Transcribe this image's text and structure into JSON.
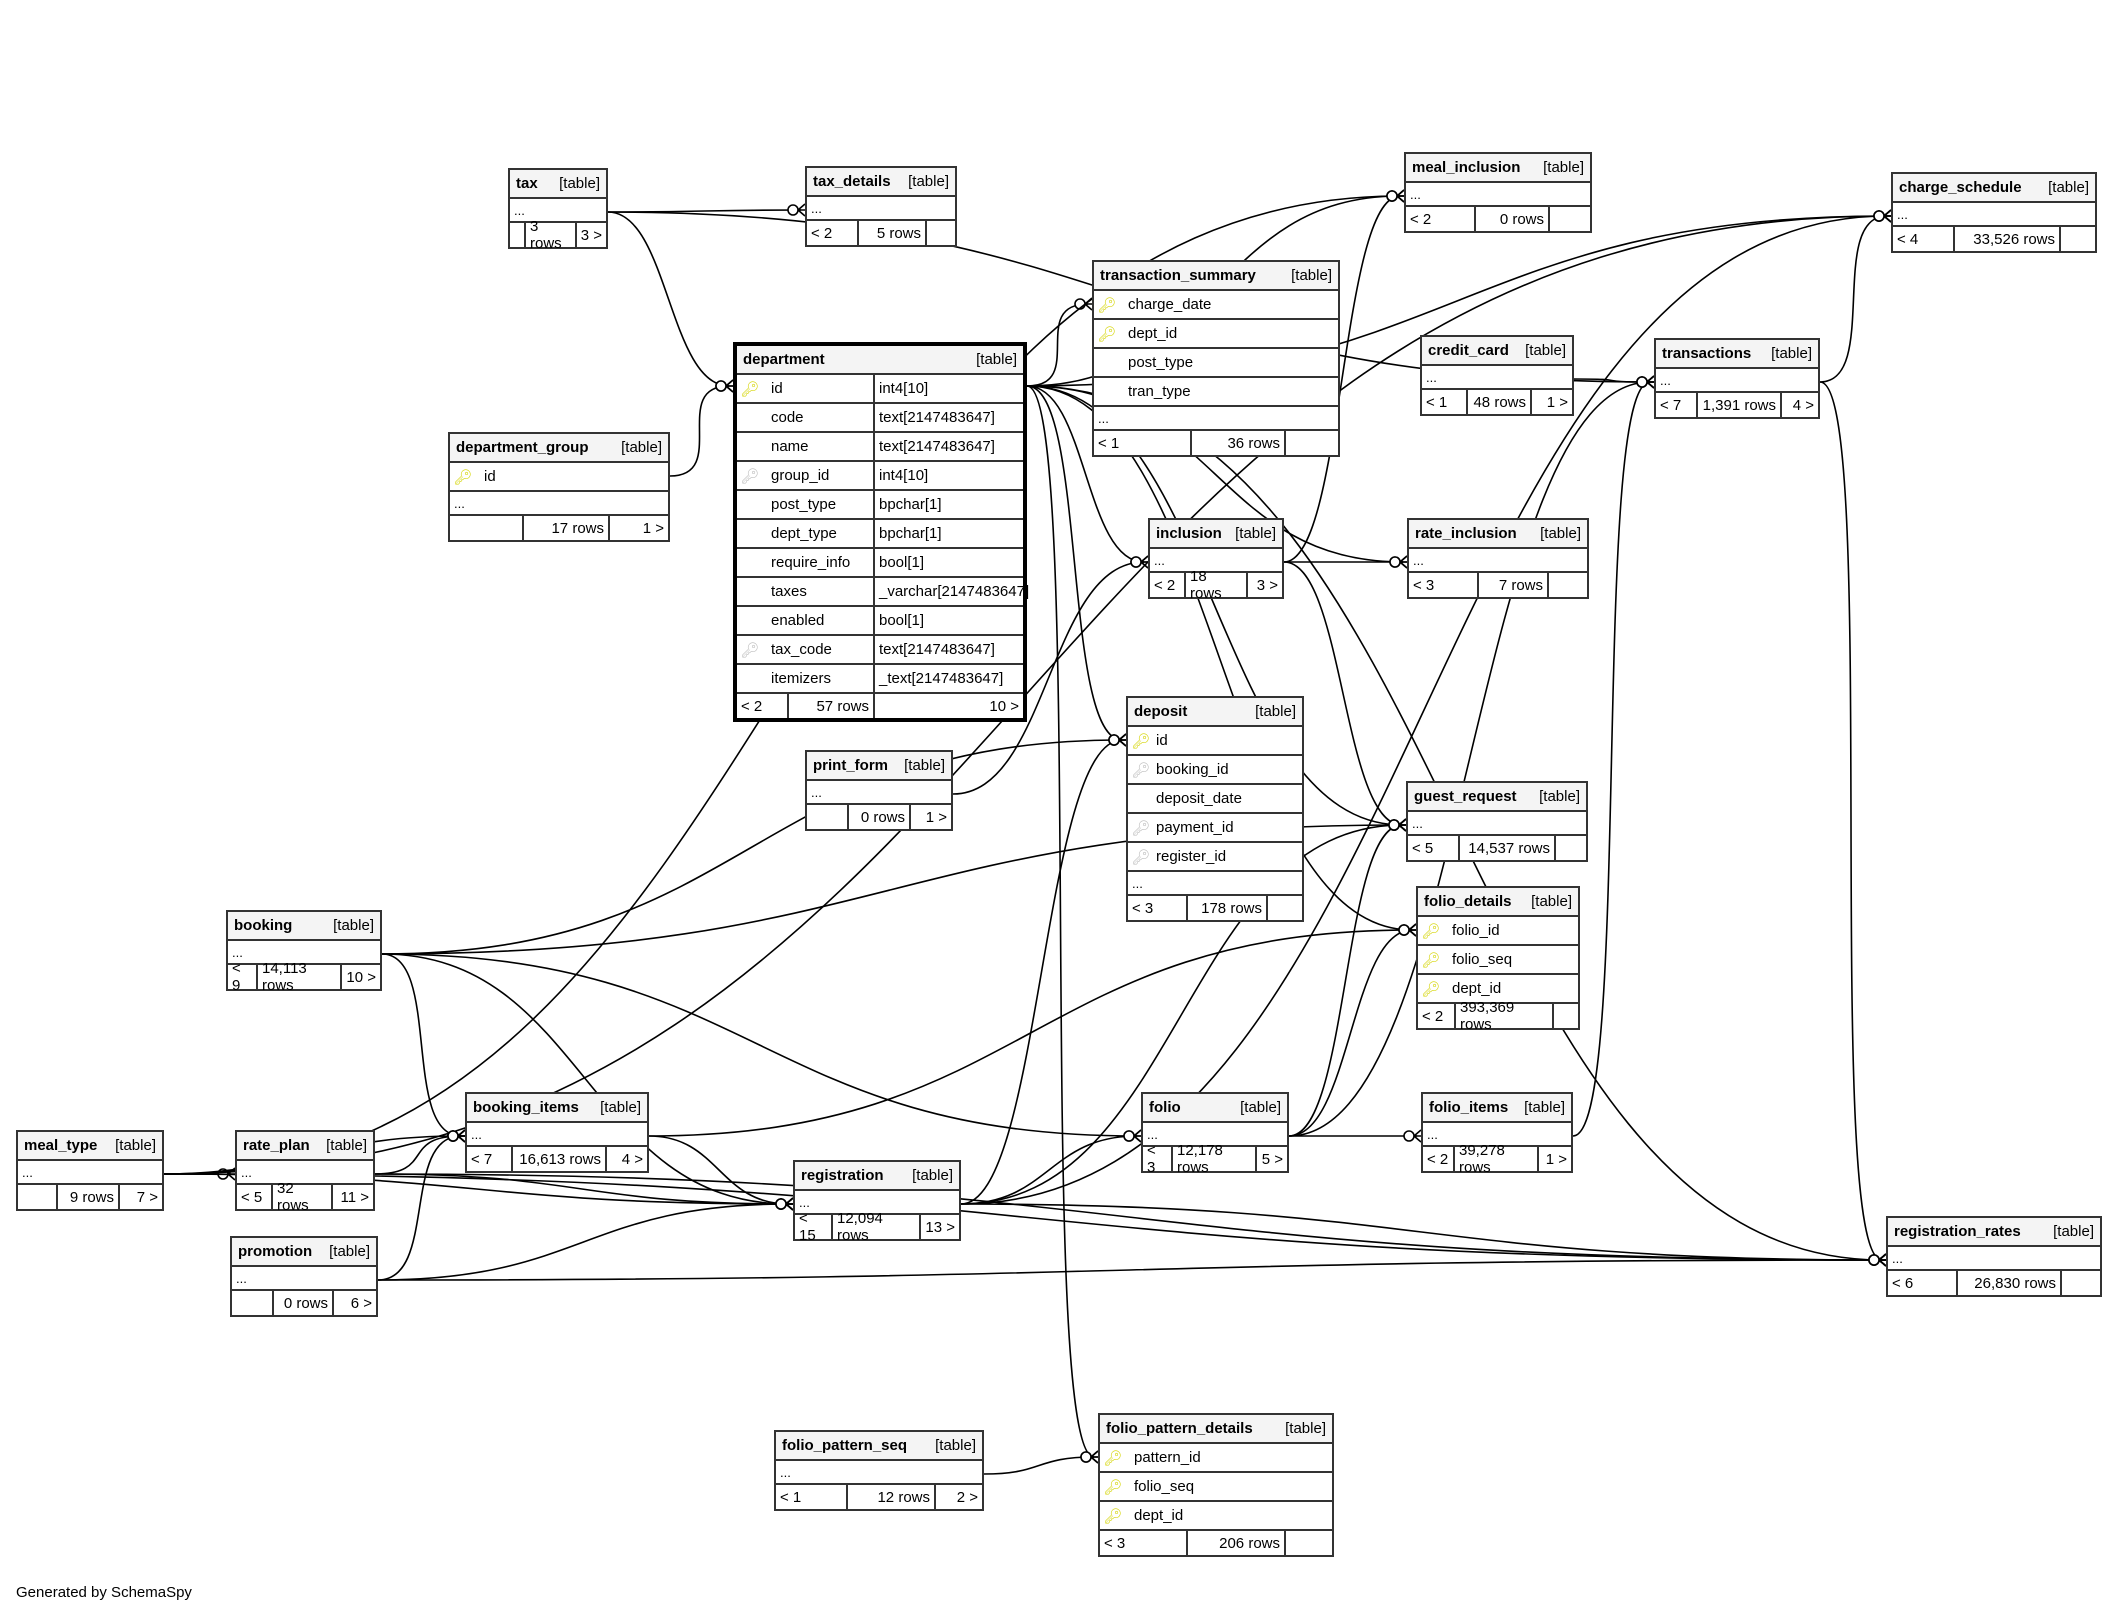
{
  "footer": "Generated by SchemaSpy",
  "type_label": "[table]",
  "tables": {
    "tax": {
      "name": "tax",
      "parents": "",
      "rows": "3 rows",
      "children": "3 >"
    },
    "tax_details": {
      "name": "tax_details",
      "parents": "< 2",
      "rows": "5 rows",
      "children": ""
    },
    "meal_inclusion": {
      "name": "meal_inclusion",
      "parents": "< 2",
      "rows": "0 rows",
      "children": ""
    },
    "charge_schedule": {
      "name": "charge_schedule",
      "parents": "< 4",
      "rows": "33,526 rows",
      "children": ""
    },
    "transaction_summary": {
      "name": "transaction_summary",
      "parents": "< 1",
      "rows": "36 rows",
      "children": "",
      "columns": [
        {
          "name": "charge_date",
          "key": "pk"
        },
        {
          "name": "dept_id",
          "key": "pk"
        },
        {
          "name": "post_type",
          "key": ""
        },
        {
          "name": "tran_type",
          "key": ""
        }
      ]
    },
    "credit_card": {
      "name": "credit_card",
      "parents": "< 1",
      "rows": "48 rows",
      "children": "1 >"
    },
    "transactions": {
      "name": "transactions",
      "parents": "< 7",
      "rows": "1,391 rows",
      "children": "4 >"
    },
    "department": {
      "name": "department",
      "parents": "< 2",
      "rows": "57 rows",
      "children": "10 >",
      "columns": [
        {
          "name": "id",
          "type": "int4[10]",
          "key": "pk"
        },
        {
          "name": "code",
          "type": "text[2147483647]",
          "key": ""
        },
        {
          "name": "name",
          "type": "text[2147483647]",
          "key": ""
        },
        {
          "name": "group_id",
          "type": "int4[10]",
          "key": "fk"
        },
        {
          "name": "post_type",
          "type": "bpchar[1]",
          "key": ""
        },
        {
          "name": "dept_type",
          "type": "bpchar[1]",
          "key": ""
        },
        {
          "name": "require_info",
          "type": "bool[1]",
          "key": ""
        },
        {
          "name": "taxes",
          "type": "_varchar[2147483647]",
          "key": ""
        },
        {
          "name": "enabled",
          "type": "bool[1]",
          "key": ""
        },
        {
          "name": "tax_code",
          "type": "text[2147483647]",
          "key": "fk"
        },
        {
          "name": "itemizers",
          "type": "_text[2147483647]",
          "key": ""
        }
      ]
    },
    "department_group": {
      "name": "department_group",
      "parents": "",
      "rows": "17 rows",
      "children": "1 >",
      "columns": [
        {
          "name": "id",
          "key": "pk"
        }
      ]
    },
    "inclusion": {
      "name": "inclusion",
      "parents": "< 2",
      "rows": "18 rows",
      "children": "3 >"
    },
    "rate_inclusion": {
      "name": "rate_inclusion",
      "parents": "< 3",
      "rows": "7 rows",
      "children": ""
    },
    "print_form": {
      "name": "print_form",
      "parents": "",
      "rows": "0 rows",
      "children": "1 >"
    },
    "deposit": {
      "name": "deposit",
      "parents": "< 3",
      "rows": "178 rows",
      "children": "",
      "columns": [
        {
          "name": "id",
          "key": "pk"
        },
        {
          "name": "booking_id",
          "key": "fk"
        },
        {
          "name": "deposit_date",
          "key": ""
        },
        {
          "name": "payment_id",
          "key": "fk"
        },
        {
          "name": "register_id",
          "key": "fk"
        }
      ]
    },
    "guest_request": {
      "name": "guest_request",
      "parents": "< 5",
      "rows": "14,537 rows",
      "children": ""
    },
    "folio_details": {
      "name": "folio_details",
      "parents": "< 2",
      "rows": "393,369 rows",
      "children": "",
      "columns": [
        {
          "name": "folio_id",
          "key": "pk"
        },
        {
          "name": "folio_seq",
          "key": "pk"
        },
        {
          "name": "dept_id",
          "key": "pk"
        }
      ]
    },
    "booking": {
      "name": "booking",
      "parents": "< 9",
      "rows": "14,113 rows",
      "children": "10 >"
    },
    "meal_type": {
      "name": "meal_type",
      "parents": "",
      "rows": "9 rows",
      "children": "7 >"
    },
    "rate_plan": {
      "name": "rate_plan",
      "parents": "< 5",
      "rows": "32 rows",
      "children": "11 >"
    },
    "promotion": {
      "name": "promotion",
      "parents": "",
      "rows": "0 rows",
      "children": "6 >"
    },
    "booking_items": {
      "name": "booking_items",
      "parents": "< 7",
      "rows": "16,613 rows",
      "children": "4 >"
    },
    "registration": {
      "name": "registration",
      "parents": "< 15",
      "rows": "12,094 rows",
      "children": "13 >"
    },
    "folio": {
      "name": "folio",
      "parents": "< 3",
      "rows": "12,178 rows",
      "children": "5 >"
    },
    "folio_items": {
      "name": "folio_items",
      "parents": "< 2",
      "rows": "39,278 rows",
      "children": "1 >"
    },
    "registration_rates": {
      "name": "registration_rates",
      "parents": "< 6",
      "rows": "26,830 rows",
      "children": ""
    },
    "folio_pattern_seq": {
      "name": "folio_pattern_seq",
      "parents": "< 1",
      "rows": "12 rows",
      "children": "2 >"
    },
    "folio_pattern_details": {
      "name": "folio_pattern_details",
      "parents": "< 3",
      "rows": "206 rows",
      "children": "",
      "columns": [
        {
          "name": "pattern_id",
          "key": "pk"
        },
        {
          "name": "folio_seq",
          "key": "pk"
        },
        {
          "name": "dept_id",
          "key": "pk"
        }
      ]
    }
  },
  "relationships": [
    [
      "tax",
      "tax_details"
    ],
    [
      "tax",
      "department"
    ],
    [
      "tax",
      "transactions"
    ],
    [
      "department",
      "transaction_summary"
    ],
    [
      "department",
      "inclusion"
    ],
    [
      "department",
      "meal_inclusion"
    ],
    [
      "department",
      "rate_inclusion"
    ],
    [
      "department",
      "guest_request"
    ],
    [
      "department",
      "folio_details"
    ],
    [
      "department",
      "deposit"
    ],
    [
      "department",
      "registration_rates"
    ],
    [
      "department",
      "folio_pattern_details"
    ],
    [
      "department",
      "charge_schedule"
    ],
    [
      "department_group",
      "department"
    ],
    [
      "inclusion",
      "rate_inclusion"
    ],
    [
      "inclusion",
      "meal_inclusion"
    ],
    [
      "inclusion",
      "guest_request"
    ],
    [
      "print_form",
      "inclusion"
    ],
    [
      "credit_card",
      "transactions"
    ],
    [
      "transactions",
      "charge_schedule"
    ],
    [
      "transactions",
      "registration_rates"
    ],
    [
      "booking",
      "deposit"
    ],
    [
      "booking",
      "guest_request"
    ],
    [
      "booking",
      "booking_items"
    ],
    [
      "booking",
      "folio"
    ],
    [
      "booking",
      "registration"
    ],
    [
      "meal_type",
      "rate_plan"
    ],
    [
      "meal_type",
      "booking_items"
    ],
    [
      "meal_type",
      "charge_schedule"
    ],
    [
      "meal_type",
      "meal_inclusion"
    ],
    [
      "meal_type",
      "registration"
    ],
    [
      "meal_type",
      "registration_rates"
    ],
    [
      "rate_plan",
      "booking_items"
    ],
    [
      "rate_plan",
      "registration"
    ],
    [
      "rate_plan",
      "registration_rates"
    ],
    [
      "promotion",
      "booking_items"
    ],
    [
      "promotion",
      "registration"
    ],
    [
      "promotion",
      "registration_rates"
    ],
    [
      "booking_items",
      "registration"
    ],
    [
      "booking_items",
      "folio_details"
    ],
    [
      "registration",
      "folio"
    ],
    [
      "registration",
      "deposit"
    ],
    [
      "registration",
      "registration_rates"
    ],
    [
      "registration",
      "charge_schedule"
    ],
    [
      "registration",
      "guest_request"
    ],
    [
      "folio",
      "folio_items"
    ],
    [
      "folio",
      "folio_details"
    ],
    [
      "folio",
      "guest_request"
    ],
    [
      "folio",
      "transactions"
    ],
    [
      "folio_items",
      "transactions"
    ],
    [
      "folio_pattern_seq",
      "folio_pattern_details"
    ]
  ]
}
